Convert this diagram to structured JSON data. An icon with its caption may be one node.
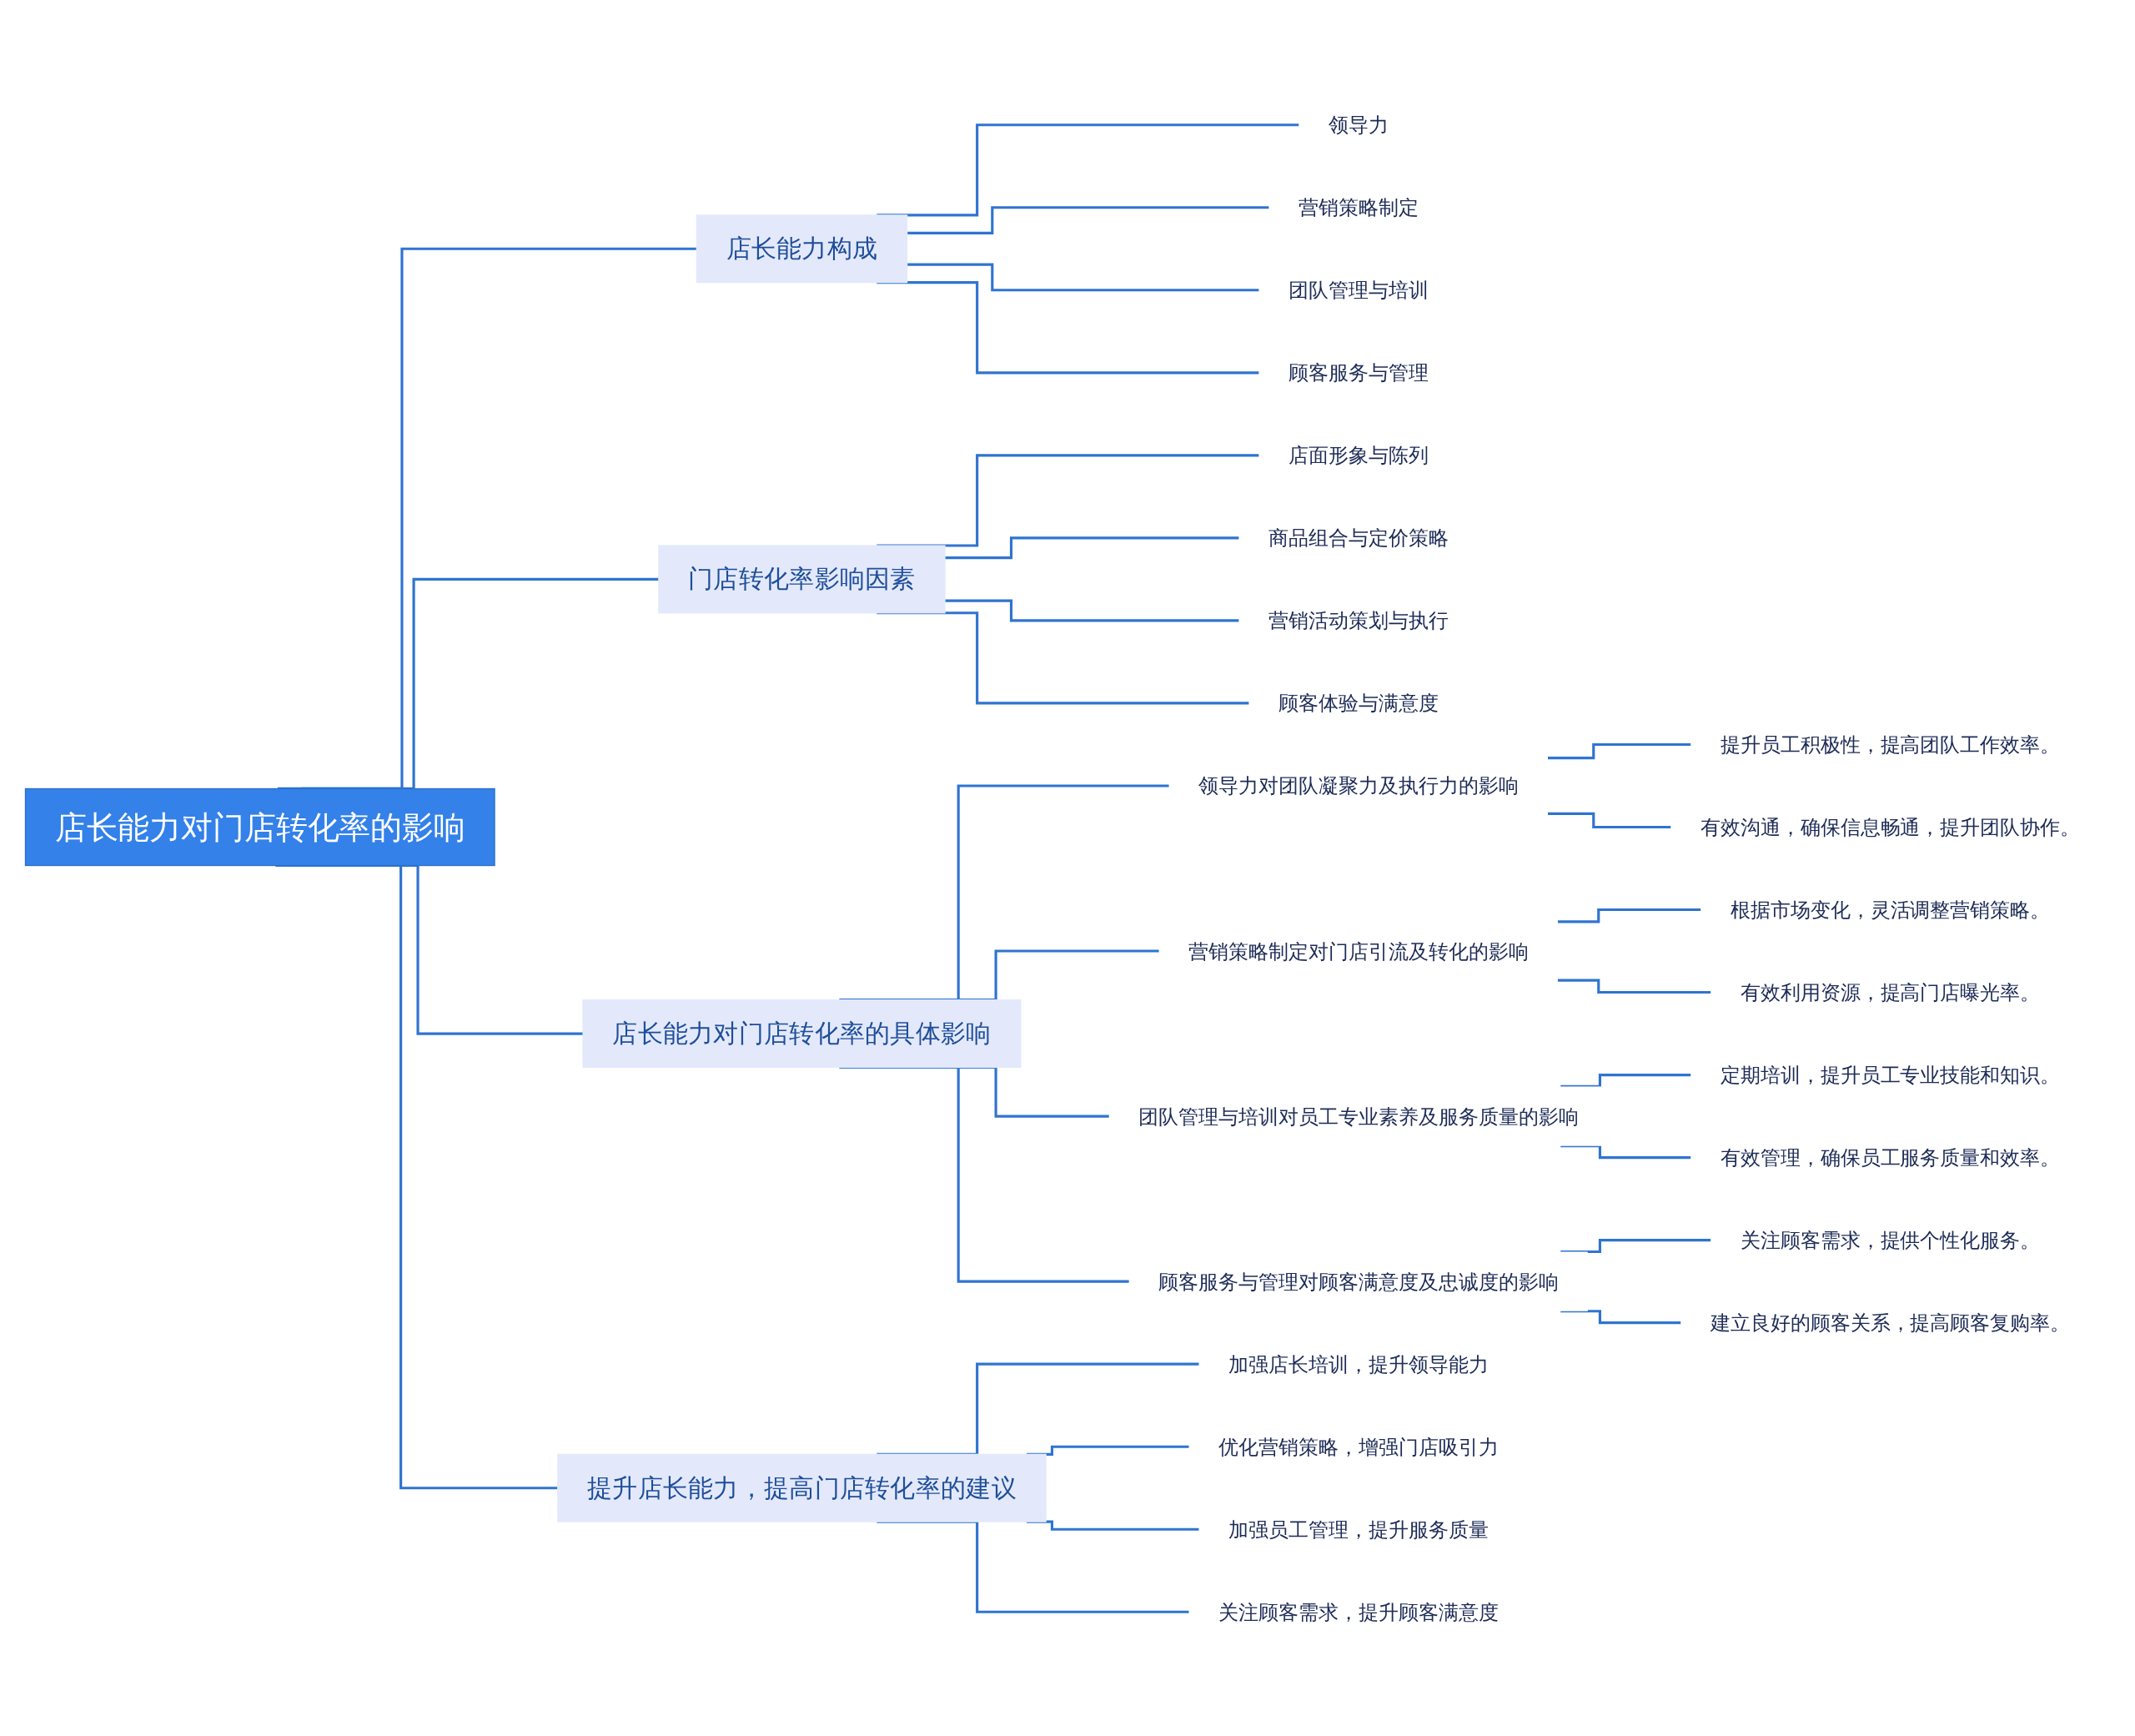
{
  "diagram": {
    "nodes": [
      {
        "text": [
          "店长能力对门店转化率的影响"
        ]
      },
      {
        "text": [
          "店长能力构成"
        ]
      },
      {
        "text": [
          "领导力"
        ]
      },
      {
        "text": [
          "营销策略制定"
        ]
      },
      {
        "text": [
          "团队管理与培训"
        ]
      },
      {
        "text": [
          "顾客服务与管理"
        ]
      },
      {
        "text": [
          "门店转化率影响因素"
        ]
      },
      {
        "text": [
          "店面形象与陈列"
        ]
      },
      {
        "text": [
          "商品组合与定价策略"
        ]
      },
      {
        "text": [
          "营销活动策划与执行"
        ]
      },
      {
        "text": [
          "顾客体验与满意度"
        ]
      },
      {
        "text": [
          "店长能力对门店转化率的具体影响"
        ]
      },
      {
        "text": [
          "领导力对团队凝聚力及执行力的影响"
        ]
      },
      {
        "text": [
          "提升员工积极性，提高团队工作效率。"
        ]
      },
      {
        "text": [
          "有效沟通，确保信息畅通，提升团队协作。"
        ]
      },
      {
        "text": [
          "营销策略制定对门店引流及转化的影响"
        ]
      },
      {
        "text": [
          "根据市场变化，灵活调整营销策略。"
        ]
      },
      {
        "text": [
          "有效利用资源，提高门店曝光率。"
        ]
      },
      {
        "text": [
          "团队管理与培训对员工专业素养及服务质量的影响"
        ]
      },
      {
        "text": [
          "定期培训，提升员工专业技能和知识。"
        ]
      },
      {
        "text": [
          "有效管理，确保员工服务质量和效率。"
        ]
      },
      {
        "text": [
          "顾客服务与管理对顾客满意度及忠诚度的影响"
        ]
      },
      {
        "text": [
          "关注顾客需求，提供个性化服务。"
        ]
      },
      {
        "text": [
          "建立良好的顾客关系，提高顾客复购率。"
        ]
      },
      {
        "text": [
          "提升店长能力，提高门店转化率的建议"
        ]
      },
      {
        "text": [
          "加强店长培训，提升领导能力"
        ]
      },
      {
        "text": [
          "优化营销策略，增强门店吸引力"
        ]
      },
      {
        "text": [
          "加强员工管理，提升服务质量"
        ]
      },
      {
        "text": [
          "关注顾客需求，提升顾客满意度"
        ]
      }
    ],
    "edges": [
      {
        "from": 0,
        "to": 1,
        "arrow": "none"
      },
      {
        "from": 1,
        "to": 2,
        "arrow": "none"
      },
      {
        "from": 1,
        "to": 3,
        "arrow": "none"
      },
      {
        "from": 1,
        "to": 4,
        "arrow": "none"
      },
      {
        "from": 1,
        "to": 5,
        "arrow": "none"
      },
      {
        "from": 0,
        "to": 6,
        "arrow": "none"
      },
      {
        "from": 6,
        "to": 7,
        "arrow": "none"
      },
      {
        "from": 6,
        "to": 8,
        "arrow": "none"
      },
      {
        "from": 6,
        "to": 9,
        "arrow": "none"
      },
      {
        "from": 6,
        "to": 10,
        "arrow": "none"
      },
      {
        "from": 0,
        "to": 11,
        "arrow": "none"
      },
      {
        "from": 11,
        "to": 12,
        "arrow": "none"
      },
      {
        "from": 12,
        "to": 13,
        "arrow": "none"
      },
      {
        "from": 12,
        "to": 14,
        "arrow": "none"
      },
      {
        "from": 11,
        "to": 15,
        "arrow": "none"
      },
      {
        "from": 15,
        "to": 16,
        "arrow": "none"
      },
      {
        "from": 15,
        "to": 17,
        "arrow": "none"
      },
      {
        "from": 11,
        "to": 18,
        "arrow": "none"
      },
      {
        "from": 18,
        "to": 19,
        "arrow": "none"
      },
      {
        "from": 18,
        "to": 20,
        "arrow": "none"
      },
      {
        "from": 11,
        "to": 21,
        "arrow": "none"
      },
      {
        "from": 21,
        "to": 22,
        "arrow": "none"
      },
      {
        "from": 21,
        "to": 23,
        "arrow": "none"
      },
      {
        "from": 0,
        "to": 24,
        "arrow": "none"
      },
      {
        "from": 24,
        "to": 25,
        "arrow": "none"
      },
      {
        "from": 24,
        "to": 26,
        "arrow": "none"
      },
      {
        "from": 24,
        "to": 27,
        "arrow": "none"
      },
      {
        "from": 24,
        "to": 28,
        "arrow": "none"
      }
    ]
  }
}
